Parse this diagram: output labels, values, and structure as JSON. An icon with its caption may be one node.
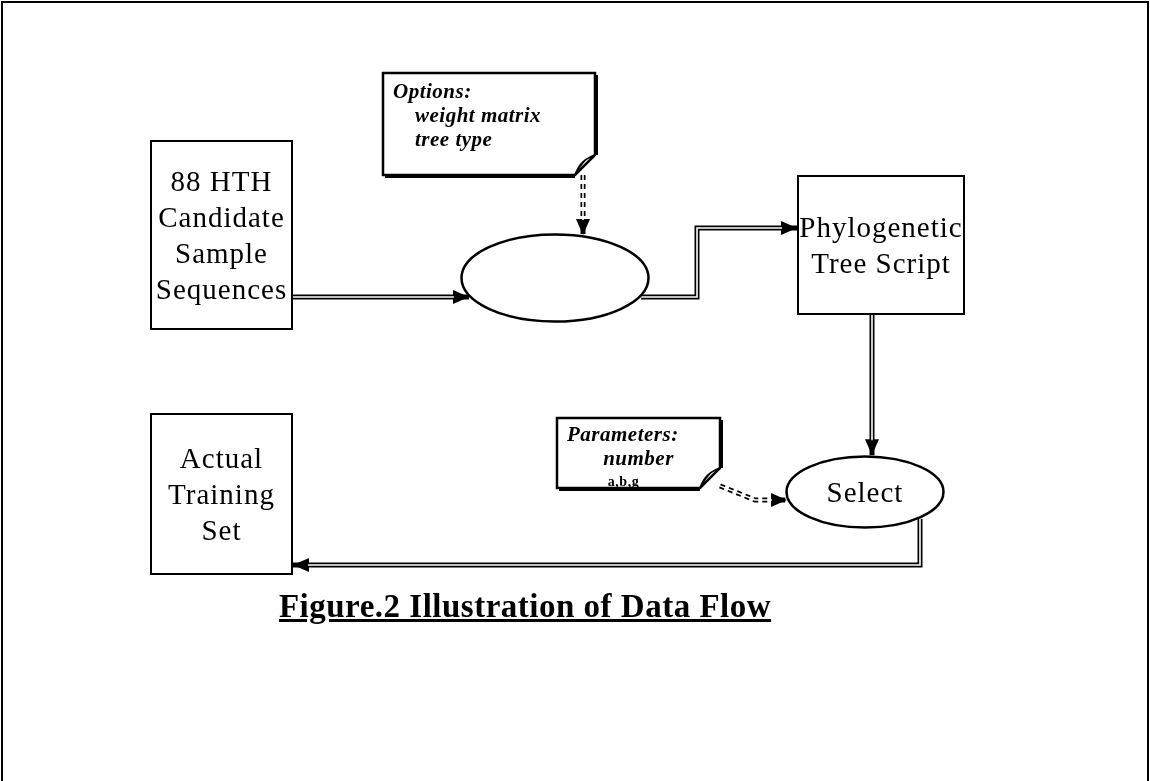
{
  "diagram": {
    "title": "Figure.2  Illustration of Data Flow",
    "nodes": [
      {
        "text": [
          "88 HTH Candidate Sample Sequences"
        ]
      },
      {
        "text": [
          "Options:",
          "weight matrix tree type"
        ]
      },
      {
        "text": [],
        "shape": "ellipse"
      },
      {
        "text": [
          "Phylogenetic Tree Script"
        ]
      },
      {
        "text": [
          "Parameters:",
          "number",
          "a,b,g"
        ]
      },
      {
        "text": [
          "Select"
        ]
      },
      {
        "text": [
          "Actual Training Set"
        ]
      }
    ],
    "edges": [
      {
        "from": 0,
        "to": 2,
        "arrow": "to"
      },
      {
        "from": 1,
        "to": 2,
        "arrow": "to",
        "style": "dashed"
      },
      {
        "from": 2,
        "to": 3,
        "arrow": "to"
      },
      {
        "from": 3,
        "to": 5,
        "arrow": "to"
      },
      {
        "from": 4,
        "to": 5,
        "arrow": "to",
        "style": "dashed"
      },
      {
        "from": 5,
        "to": 6,
        "arrow": "to"
      }
    ]
  }
}
